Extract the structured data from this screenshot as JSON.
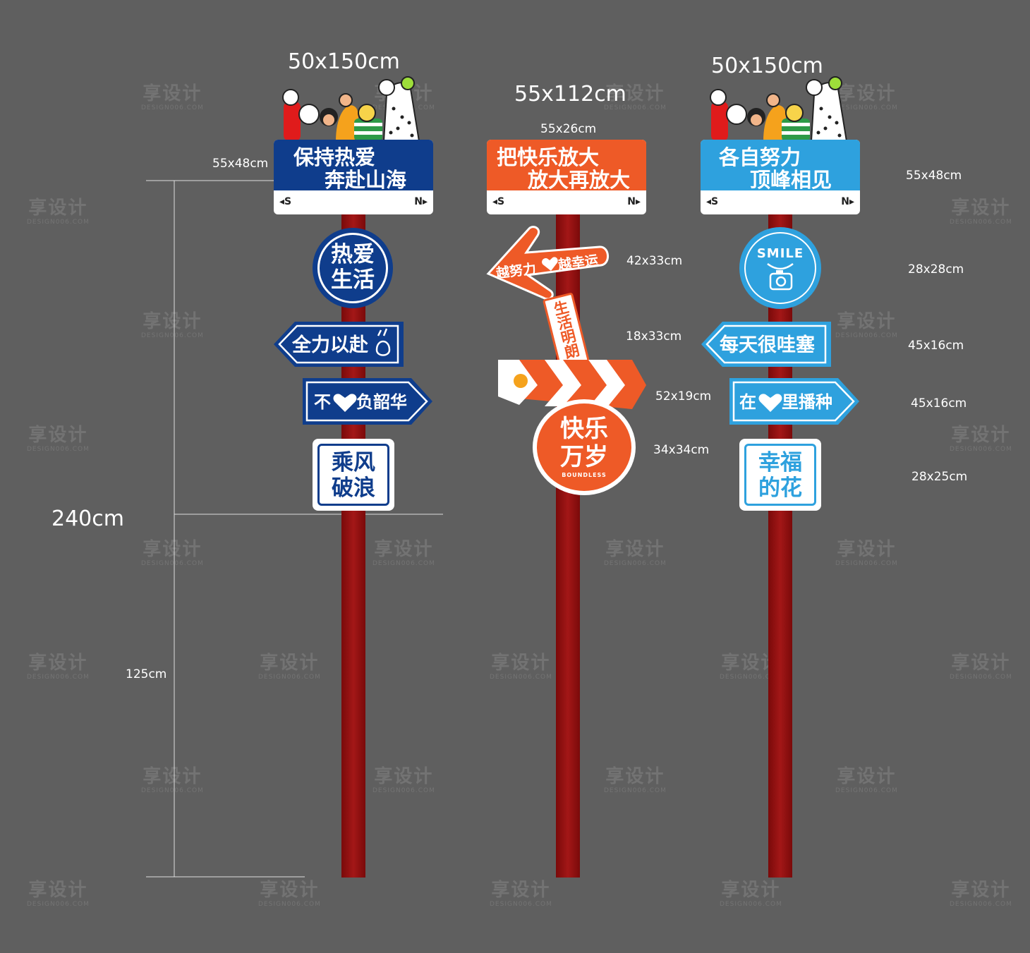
{
  "watermark": {
    "brand": "享设计",
    "domain": "DESIGN006.COM"
  },
  "heights": {
    "total": "240cm",
    "lower": "125cm"
  },
  "colors": {
    "background": "#5f5f5f",
    "pole": "#9b1414",
    "navy": "#0f3d8c",
    "orange": "#ee5a27",
    "sky": "#2ea1de",
    "white": "#ffffff"
  },
  "left": {
    "overall_size": "50x150cm",
    "top_sign": {
      "line1": "保持热爱",
      "line2": "奔赴山海",
      "south": "◂S",
      "north": "N▸",
      "size": "55x48cm"
    },
    "circle": {
      "line1": "热爱",
      "line2": "生活"
    },
    "arrow_left": {
      "text": "全力以赴"
    },
    "arrow_right": {
      "text_a": "不",
      "text_b": "负韶华"
    },
    "square": {
      "line1": "乘风",
      "line2": "破浪"
    }
  },
  "middle": {
    "overall_size": "55x112cm",
    "top_sign": {
      "line1": "把快乐放大",
      "line2": "放大再放大",
      "south": "◂S",
      "north": "N▸",
      "size": "55x26cm"
    },
    "big_arrow": {
      "text_a": "越努力",
      "text_b": "越幸运",
      "size": "42x33cm"
    },
    "vertical_strip": {
      "text": "生活明朗",
      "size": "18x33cm"
    },
    "chevron": {
      "size": "52x19cm"
    },
    "circle": {
      "line1": "快乐",
      "line2": "万岁",
      "sub": "BOUNDLESS",
      "size": "34x34cm"
    }
  },
  "right": {
    "overall_size": "50x150cm",
    "top_sign": {
      "line1": "各自努力",
      "line2": "顶峰相见",
      "south": "◂S",
      "north": "N▸",
      "size": "55x48cm"
    },
    "circle": {
      "text": "SMILE",
      "size": "28x28cm"
    },
    "arrow_left": {
      "text": "每天很哇塞",
      "size": "45x16cm"
    },
    "arrow_right": {
      "text_a": "在",
      "text_b": "里播种",
      "size": "45x16cm"
    },
    "square": {
      "line1": "幸福",
      "line2": "的花",
      "size": "28x25cm"
    }
  }
}
